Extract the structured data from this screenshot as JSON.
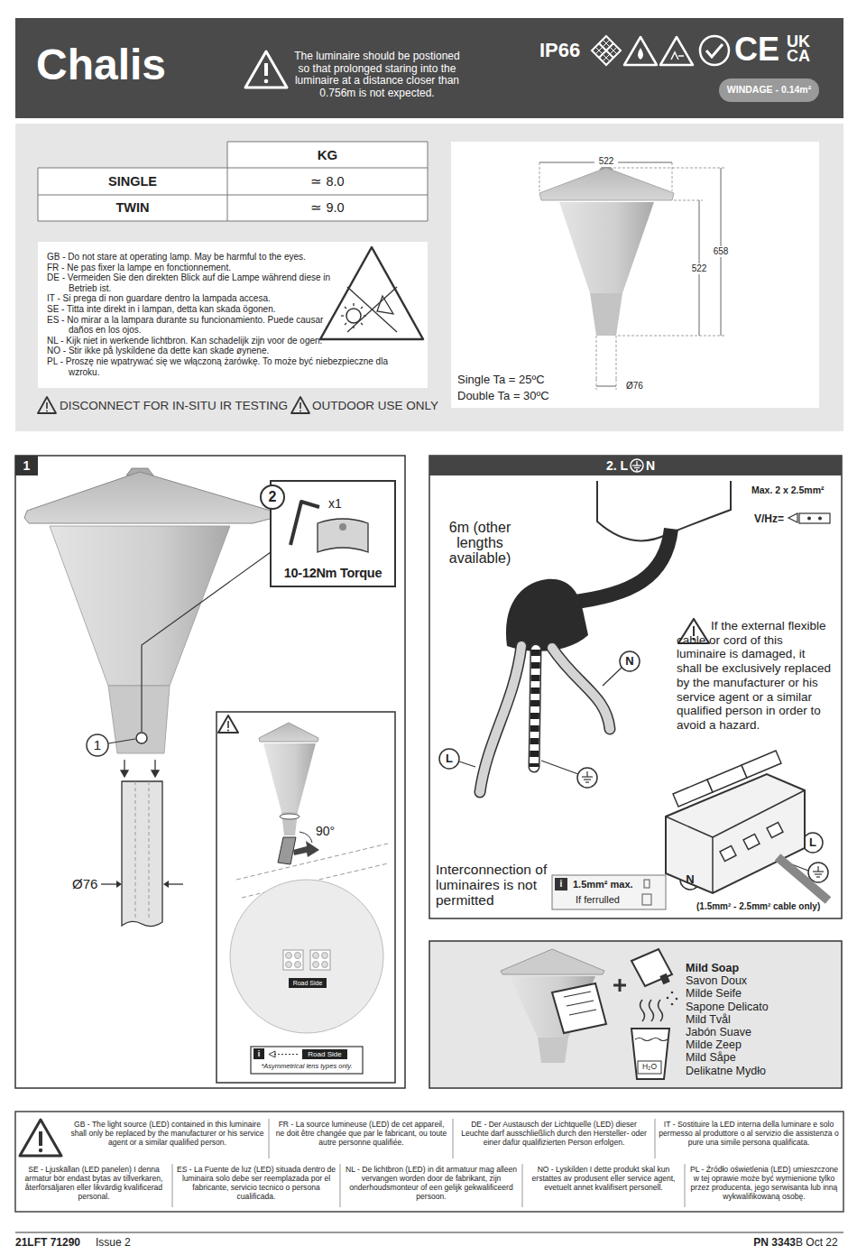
{
  "diagram": {
    "title": "Chalis",
    "nodes": [
      {
        "text": [
          "The luminaire should be postioned so that prolonged staring into the luminaire at a distance closer than 0.756m is not expected."
        ]
      },
      {
        "text": [
          "WINDAGE - 0.14m²"
        ],
        "in": 0
      },
      {
        "text": [
          "GB - Do not stare at operating lamp. May be harmful to the eyes.",
          "FR - Ne pas fixer la lampe en fonctionnement.",
          "DE - Vermeiden Sie den direkten Blick auf die Lampe während diese in Betrieb ist.",
          "IT - Si prega di non guardare dentro la lampada accesa.",
          "SE - Titta inte direkt in i lampan, detta kan skada ögonen.",
          "ES - No mirar a la lampara durante su funcionamiento. Puede causar daños en los ojos.",
          "NL - Kijk niet in werkende lichtbron. Kan schadelijk zijn voor de ogen.",
          "NO - Stir ikke på lyskildene da dette kan skade øynene.",
          "PL - Proszę nie wpatrywać się we włączoną żarówkę. To może być niebezpieczne dla wzroku."
        ]
      },
      {
        "text": [
          "Single Ta = 25ºC",
          "Double Ta = 30ºC"
        ]
      },
      {
        "text": [
          "1"
        ]
      },
      {
        "text": [
          "1"
        ],
        "in": 4
      },
      {
        "text": [
          "x1",
          "10-12Nm Torque"
        ],
        "in": 4
      },
      {
        "text": [
          "2"
        ],
        "in": 6
      },
      {
        "text": [
          "Road Side"
        ],
        "in": 4
      },
      {
        "text": [
          "i",
          "Road Side",
          "*Asymmetrical lens types only."
        ],
        "in": 4
      },
      {
        "text": [
          "2. L",
          "N"
        ]
      },
      {
        "text": [
          "N"
        ],
        "in": 10
      },
      {
        "text": [
          "L"
        ],
        "in": 10
      },
      {
        "text": [
          "L"
        ],
        "in": 10
      },
      {
        "text": [
          "N"
        ],
        "in": 10
      },
      {
        "text": [
          "i",
          "1.5mm² max.",
          "If ferrulled"
        ],
        "in": 10
      },
      {
        "text": [
          "Mild Soap",
          "Savon Doux",
          "Milde Seife",
          "Sapone Delicato",
          "Mild Tvål",
          "Jabón Suave",
          "Milde Zeep",
          "Mild Såpe",
          "Delikatne Mydło"
        ]
      },
      {
        "text": [
          "GB - The light source (LED) contained in this luminaire shall only be replaced by the manufacturer or his service agent or a similar qualified person.",
          "FR - La source lumineuse (LED) de cet appareil, ne doit être changée que par le fabricant, ou toute autre personne qualifiée.",
          "DE - Der Austausch der Lichtquelle (LED) dieser Leuchte darf ausschließlich durch den Hersteller- oder einer dafür qualifizierten Person erfolgen.",
          "IT - Sostituire la LED interna della luminare e solo permesso al produttore o al servizio die assistenza o pure una simile persona qualificata.",
          "SE - Ljuskällan (LED panelen) I denna armatur bör endast bytas av tillverkaren, återförsäljaren eller likvärdig kvalificerad personal.",
          "ES - La Fuente de luz (LED) situada dentro de luminaira solo debe ser reemplazada por el fabricante, servicio tecnico o persona cualificada.",
          "NL - De lichtbron (LED) in dit armatuur mag alleen vervangen worden door de fabrikant, zijn onderhoudsmonteur of een gelijk gekwalificeerd persoon.",
          "NO - Lyskilden I dette produkt skal kun erstattes av produsent eller service agent, evetuelt annet kvalifisert personell.",
          "PL - Źródło oświetlenia (LED) umieszczone w tej oprawie może być wymienione tylko przez producenta, jego serwisanta lub inną wykwalifikowaną osobę."
        ]
      }
    ],
    "labels": [
      "IP66",
      "CE",
      "UK CA",
      "KG",
      "SINGLE",
      "≃ 8.0",
      "TWIN",
      "≃ 9.0",
      "DISCONNECT FOR IN-SITU IR TESTING",
      "OUTDOOR USE ONLY",
      "522",
      "658",
      "522",
      "Ø76",
      "Ø76",
      "90°",
      "6m (other lengths available)",
      "Max. 2 x 2.5mm²",
      "V/Hz=",
      "If the external flexible cable or cord of this luminaire is damaged, it shall be exclusively replaced by the manufacturer or his service agent or a similar qualified person in order to avoid a hazard.",
      "Interconnection of luminaires is not permitted",
      "(1.5mm² - 2.5mm² cable only)",
      "H₂O",
      "21LFT 71290",
      "Issue 2",
      "PN 3343",
      "B Oct 22"
    ]
  }
}
